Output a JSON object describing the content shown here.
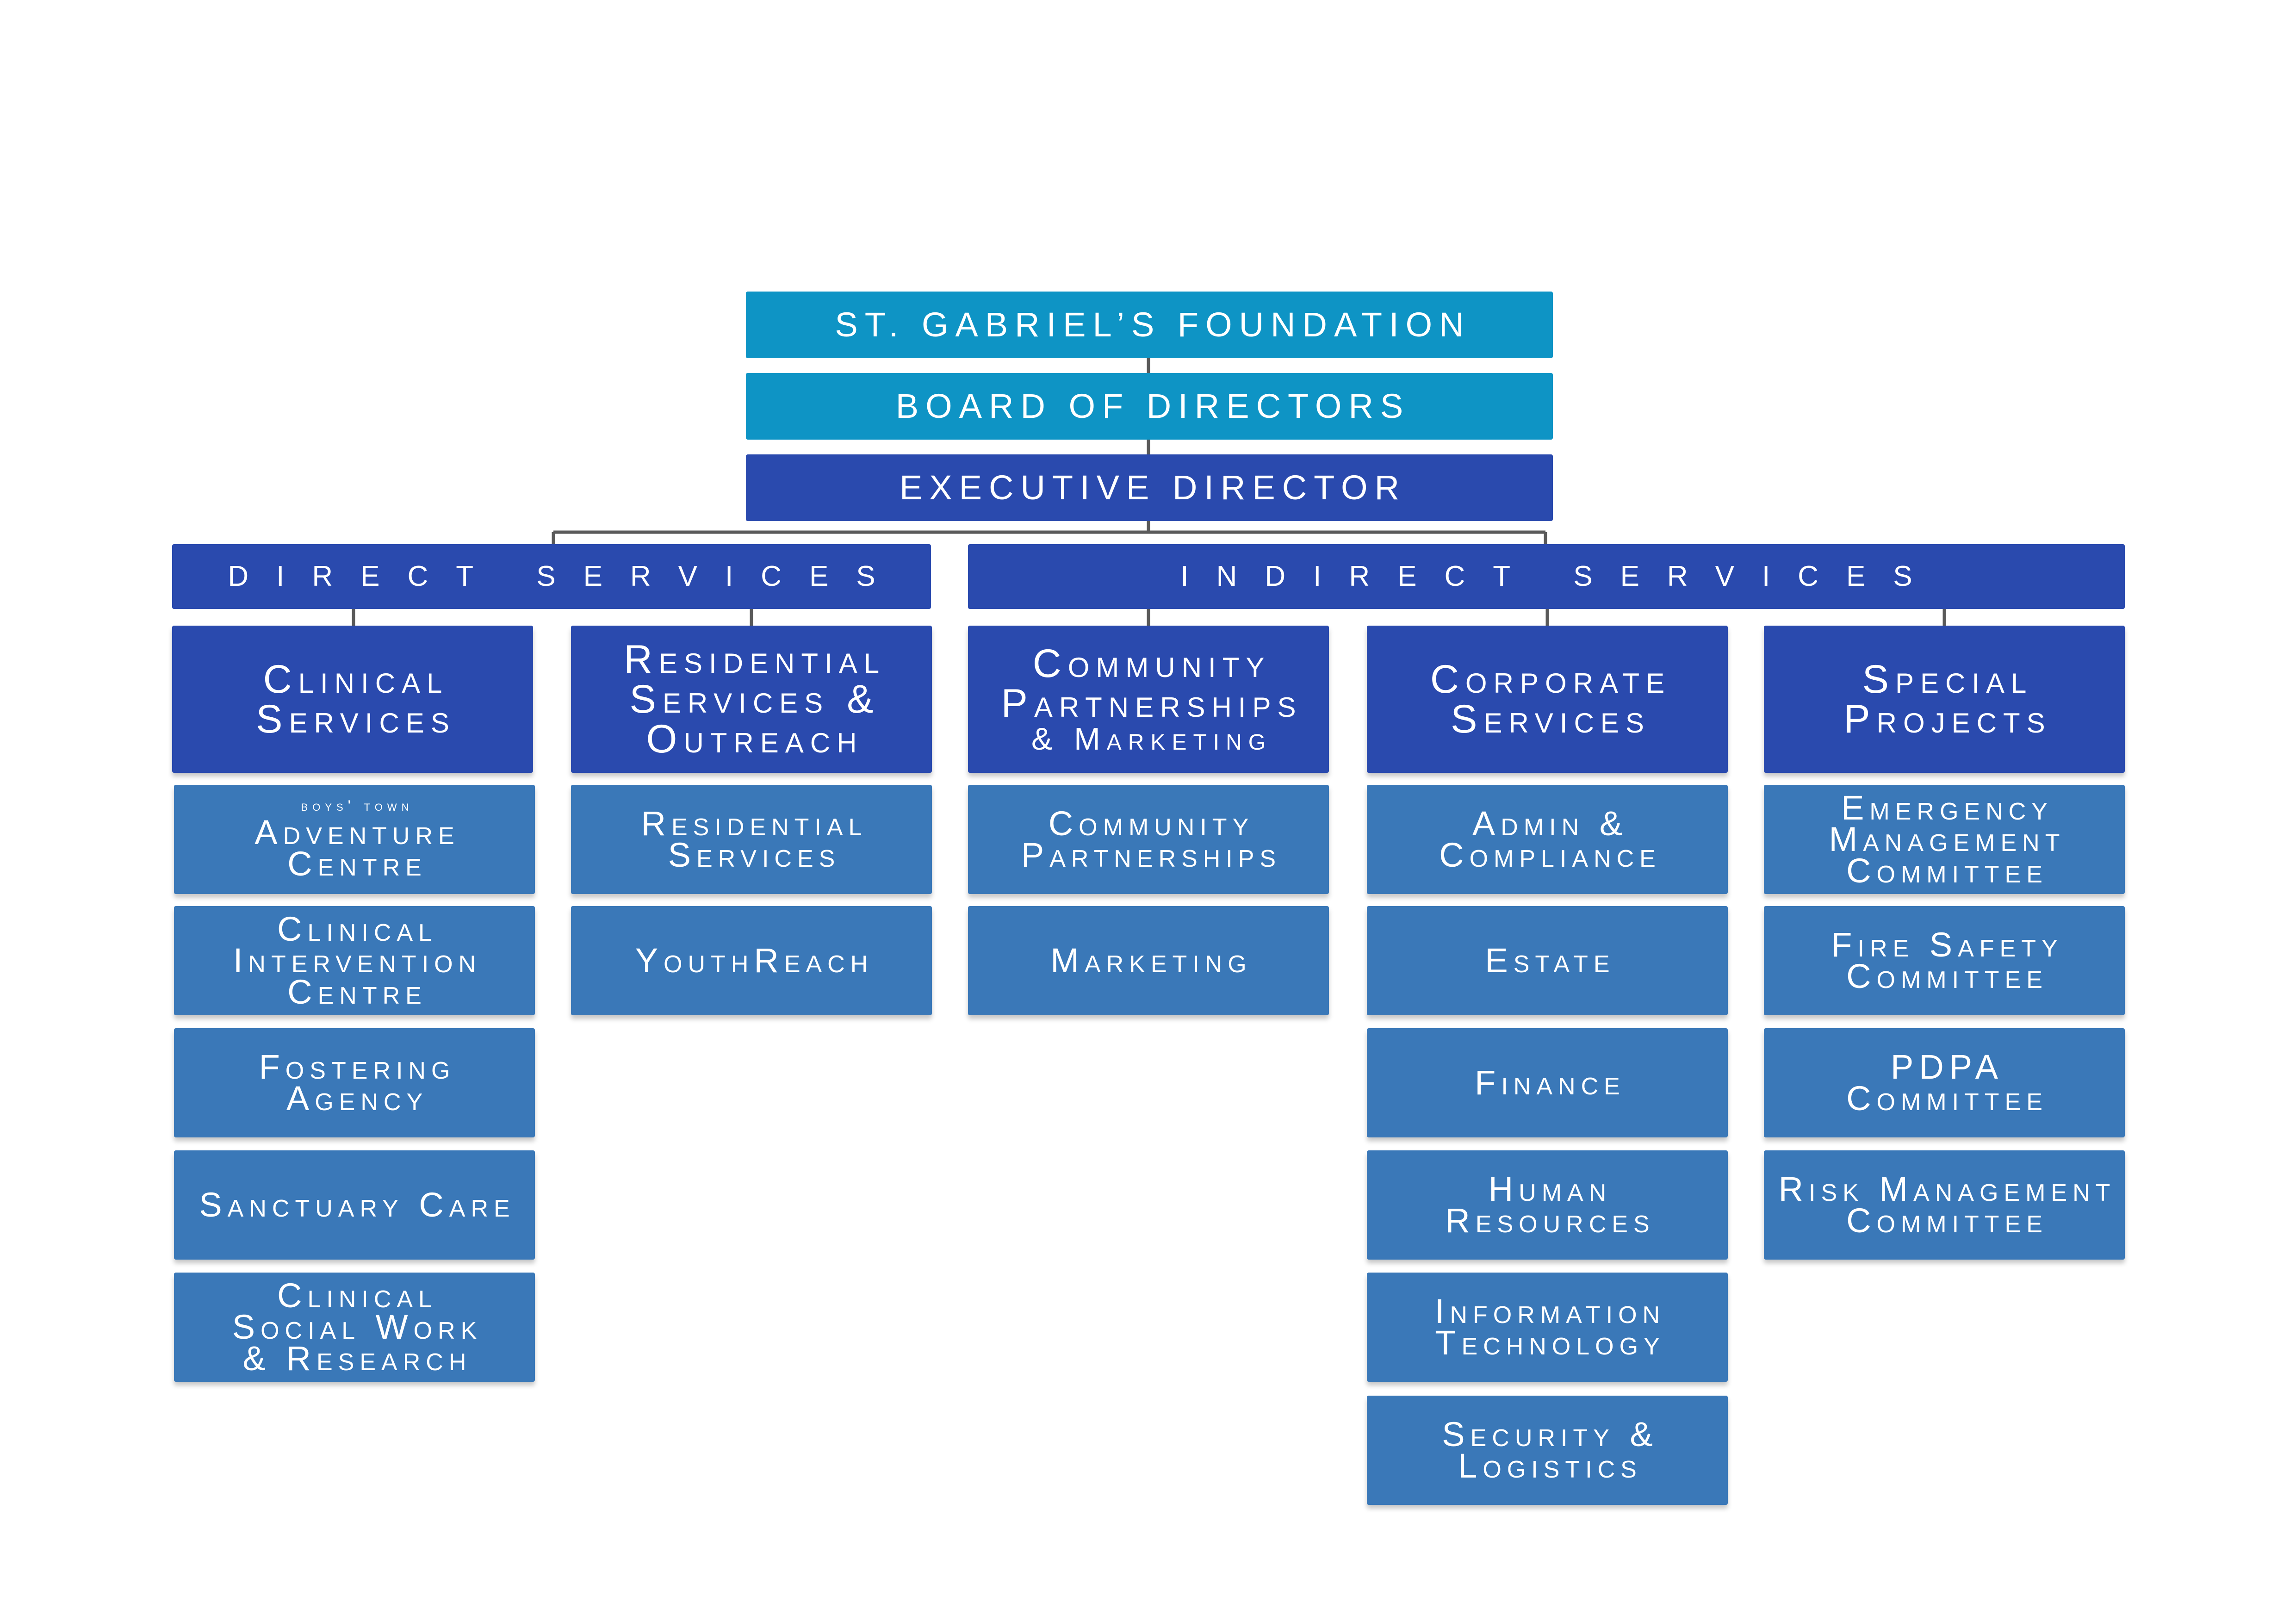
{
  "colors": {
    "light_blue": "#0E94C5",
    "dark_blue": "#2A4AAE",
    "unit_blue": "#3A78B8",
    "connector": "#5A5A5A"
  },
  "chart": {
    "foundation": "ST. GABRIEL’S FOUNDATION",
    "board": "BOARD OF DIRECTORS",
    "executive": "EXECUTIVE DIRECTOR",
    "direct_services": "DIRECT SERVICES",
    "indirect_services": "INDIRECT SERVICES",
    "departments": [
      {
        "lines": [
          "Clinical",
          "Services"
        ],
        "units": [
          {
            "small": "Boys' Town",
            "lines": [
              "Adventure",
              "Centre"
            ]
          },
          {
            "lines": [
              "Clinical",
              "Intervention",
              "Centre"
            ]
          },
          {
            "lines": [
              "Fostering",
              "Agency"
            ]
          },
          {
            "lines": [
              "Sanctuary Care"
            ]
          },
          {
            "lines": [
              "Clinical",
              "Social Work",
              "& Research"
            ]
          }
        ]
      },
      {
        "lines": [
          "Residential",
          "Services &",
          "Outreach"
        ],
        "units": [
          {
            "lines": [
              "Residential",
              "Services"
            ]
          },
          {
            "lines": [
              "YouthReach"
            ]
          }
        ]
      },
      {
        "lines": [
          "Community",
          "Partnerships"
        ],
        "small_line": "& Marketing",
        "units": [
          {
            "lines": [
              "Community",
              "Partnerships"
            ]
          },
          {
            "lines": [
              "Marketing"
            ]
          }
        ]
      },
      {
        "lines": [
          "Corporate",
          "Services"
        ],
        "units": [
          {
            "lines": [
              "Admin &",
              "Compliance"
            ]
          },
          {
            "lines": [
              "Estate"
            ]
          },
          {
            "lines": [
              "Finance"
            ]
          },
          {
            "lines": [
              "Human",
              "Resources"
            ]
          },
          {
            "lines": [
              "Information",
              "Technology"
            ]
          },
          {
            "lines": [
              "Security &",
              "Logistics"
            ]
          }
        ]
      },
      {
        "lines": [
          "Special",
          "Projects"
        ],
        "units": [
          {
            "lines": [
              "Emergency",
              "Management",
              "Committee"
            ]
          },
          {
            "lines": [
              "Fire Safety",
              "Committee"
            ]
          },
          {
            "lines": [
              "PDPA",
              "Committee"
            ]
          },
          {
            "lines": [
              "Risk Management",
              "Committee"
            ]
          }
        ]
      }
    ]
  }
}
